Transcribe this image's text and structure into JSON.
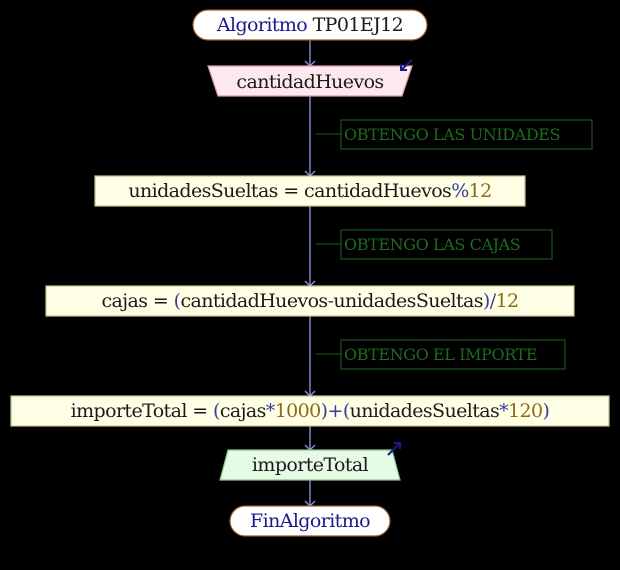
{
  "colors": {
    "background": "#000000",
    "connector": "#8d99e6",
    "keyword": "#1a1a8c",
    "plain_text": "#1a1a1a",
    "operator": "#3a3a9c",
    "number": "#8c6a18",
    "comment_text": "#1e6b1e",
    "comment_border": "#1e5c1e",
    "terminal_fill": "#ffffff",
    "terminal_border": "#9a5a2a",
    "input_fill": "#fde8f0",
    "input_border": "#d89ab2",
    "output_fill": "#e6fbe6",
    "output_border": "#8cc08c",
    "process_fill": "#ffffe6",
    "process_border": "#c9c28a"
  },
  "diagram": {
    "start": {
      "keyword": "Algoritmo",
      "name": "TP01EJ12"
    },
    "input": {
      "icon": "read-arrow-icon",
      "parts": [
        {
          "t": "cantidadHuevos",
          "c": "plain_text"
        }
      ]
    },
    "comment_1": {
      "text": "OBTENGO LAS UNIDADES"
    },
    "assign_1": {
      "parts": [
        {
          "t": "unidadesSueltas",
          "c": "plain_text"
        },
        {
          "t": " = ",
          "c": "plain_text"
        },
        {
          "t": "cantidadHuevos",
          "c": "plain_text"
        },
        {
          "t": "%",
          "c": "operator"
        },
        {
          "t": "12",
          "c": "number"
        }
      ]
    },
    "comment_2": {
      "text": "OBTENGO LAS CAJAS"
    },
    "assign_2": {
      "parts": [
        {
          "t": "cajas",
          "c": "plain_text"
        },
        {
          "t": " = ",
          "c": "plain_text"
        },
        {
          "t": "(",
          "c": "operator"
        },
        {
          "t": "cantidadHuevos",
          "c": "plain_text"
        },
        {
          "t": "-",
          "c": "operator"
        },
        {
          "t": "unidadesSueltas",
          "c": "plain_text"
        },
        {
          "t": ")",
          "c": "operator"
        },
        {
          "t": "/",
          "c": "operator"
        },
        {
          "t": "12",
          "c": "number"
        }
      ]
    },
    "comment_3": {
      "text": "OBTENGO EL IMPORTE"
    },
    "assign_3": {
      "parts": [
        {
          "t": "importeTotal",
          "c": "plain_text"
        },
        {
          "t": " = ",
          "c": "plain_text"
        },
        {
          "t": "(",
          "c": "operator"
        },
        {
          "t": "cajas",
          "c": "plain_text"
        },
        {
          "t": "*",
          "c": "operator"
        },
        {
          "t": "1000",
          "c": "number"
        },
        {
          "t": ")",
          "c": "operator"
        },
        {
          "t": "+",
          "c": "operator"
        },
        {
          "t": "(",
          "c": "operator"
        },
        {
          "t": "unidadesSueltas",
          "c": "plain_text"
        },
        {
          "t": "*",
          "c": "operator"
        },
        {
          "t": "120",
          "c": "number"
        },
        {
          "t": ")",
          "c": "operator"
        }
      ]
    },
    "output": {
      "icon": "write-arrow-icon",
      "parts": [
        {
          "t": "importeTotal",
          "c": "plain_text"
        }
      ]
    },
    "end": {
      "keyword": "FinAlgoritmo"
    }
  }
}
